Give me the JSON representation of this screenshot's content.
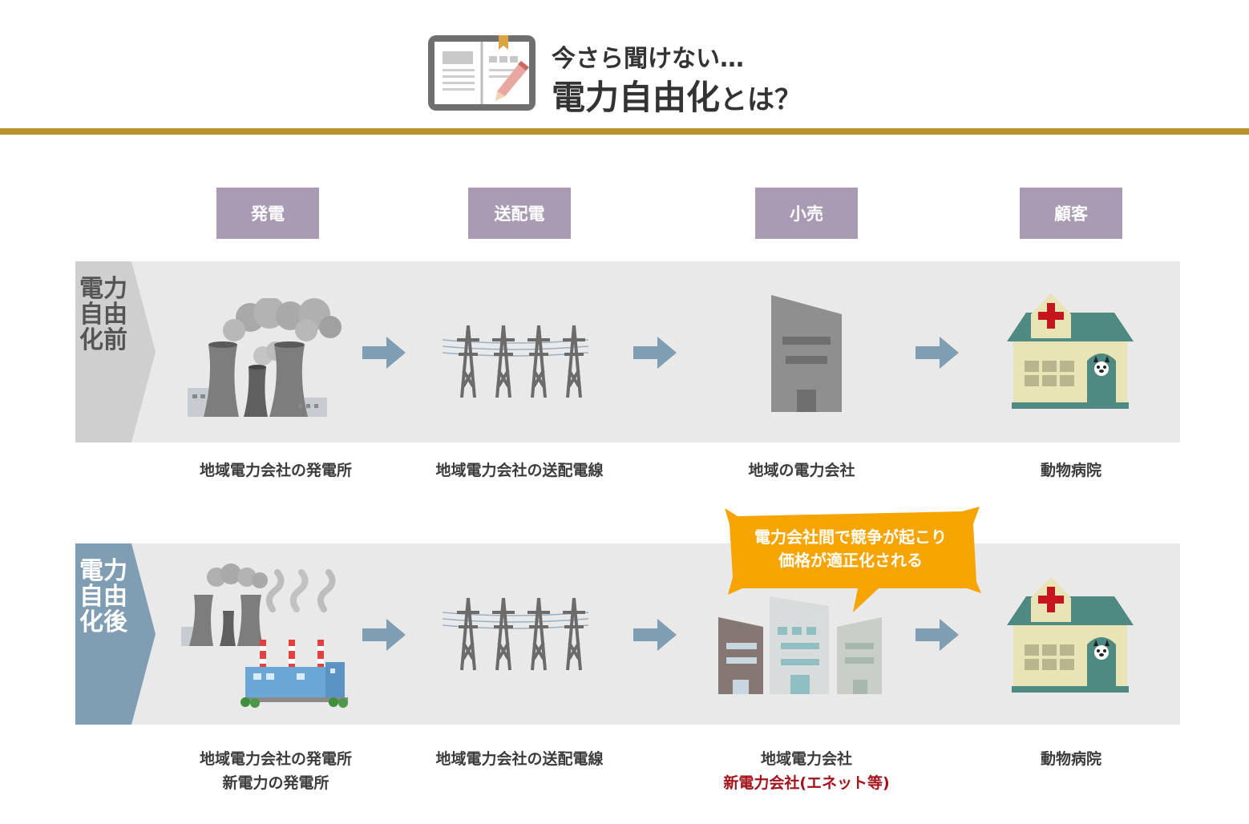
{
  "header": {
    "subtitle": "今さら聞けない…",
    "title_main": "電力自由化",
    "title_suffix": "とは？"
  },
  "columns": [
    "発電",
    "送配電",
    "小売",
    "顧客"
  ],
  "rows": [
    {
      "label": "電力自由化前",
      "captions": [
        [
          "地域電力会社の発電所"
        ],
        [
          "地域電力会社の送配電線"
        ],
        [
          "地域の電力会社"
        ],
        [
          "動物病院"
        ]
      ]
    },
    {
      "label": "電力自由化後",
      "captions": [
        [
          "地域電力会社の発電所",
          "新電力の発電所"
        ],
        [
          "地域電力会社の送配電線"
        ],
        [
          "地域電力会社",
          "新電力会社(エネット等)"
        ],
        [
          "動物病院"
        ]
      ]
    }
  ],
  "callout": {
    "line1": "電力会社間で競争が起こり",
    "line2": "価格が適正化される"
  },
  "colors": {
    "gold_rule": "#b8922a",
    "column_header": "#a99bb4",
    "band_background": "#e9e9e9",
    "before_label": "#cfcfcf",
    "after_label": "#7f9db3",
    "arrow": "#7f9db3",
    "callout": "#f6a400",
    "highlight_text": "#a3121b"
  }
}
